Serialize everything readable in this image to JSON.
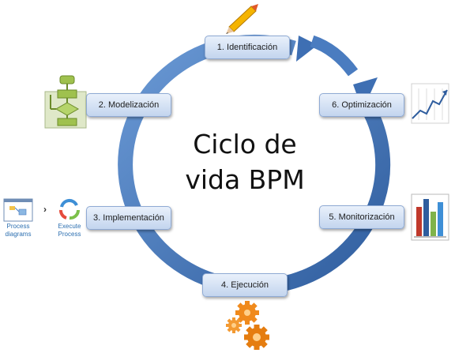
{
  "center": {
    "line1": "Ciclo de",
    "line2": "vida BPM"
  },
  "steps": [
    {
      "label": "1. Identificación"
    },
    {
      "label": "2. Modelización"
    },
    {
      "label": "3. Implementación"
    },
    {
      "label": "4. Ejecución"
    },
    {
      "label": "5. Monitorización"
    },
    {
      "label": "6. Optimización"
    }
  ],
  "implementation_icons": {
    "process_diagrams": [
      "Process",
      "diagrams"
    ],
    "execute_process": [
      "Execute",
      "Process"
    ]
  },
  "colors": {
    "ring": "#4a7cc0",
    "ring_dark": "#2f5d9e",
    "box_border": "#8faad4",
    "gear": "#f08a1c"
  },
  "icons": [
    "pencil-icon",
    "flowchart-icon",
    "process-diagram-icon",
    "cycle-icon",
    "gears-icon",
    "bar-chart-icon",
    "line-chart-icon"
  ]
}
